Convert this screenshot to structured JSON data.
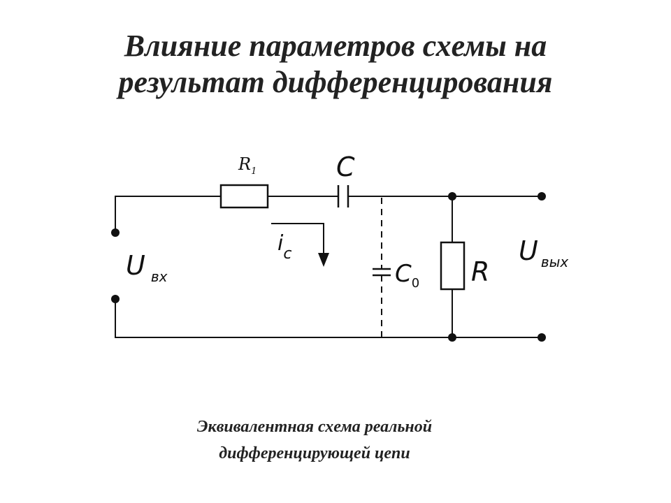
{
  "title": {
    "line1": "Влияние параметров схемы на",
    "line2": "результат дифференцирования"
  },
  "caption": {
    "line1": "Эквивалентная схема реальной",
    "line2": "дифференцирующей цепи"
  },
  "diagram": {
    "resistor_r1": {
      "symbol": "R",
      "subscript": "1"
    },
    "capacitor_c": {
      "symbol": "C"
    },
    "current": {
      "symbol": "i",
      "subscript": "c"
    },
    "parasitic_capacitor": {
      "symbol": "C",
      "subscript": "0"
    },
    "resistor_r": {
      "symbol": "R"
    },
    "input_voltage": {
      "symbol": "U",
      "subscript": "вх"
    },
    "output_voltage": {
      "symbol": "U",
      "subscript": "вых"
    }
  }
}
